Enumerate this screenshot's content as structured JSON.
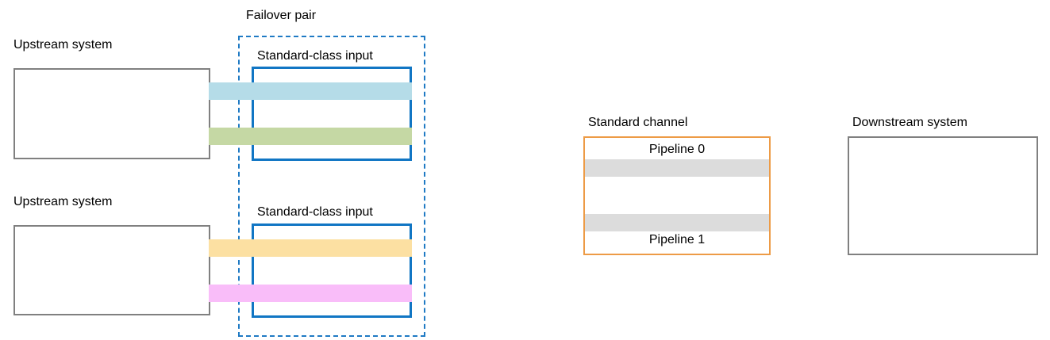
{
  "diagram": {
    "title_failover": "Failover pair",
    "upstream": [
      {
        "label": "Upstream system"
      },
      {
        "label": "Upstream system"
      }
    ],
    "inputs": [
      {
        "label": "Standard-class input"
      },
      {
        "label": "Standard-class input"
      }
    ],
    "channel": {
      "label": "Standard channel",
      "pipelines": [
        {
          "label": "Pipeline 0"
        },
        {
          "label": "Pipeline 1"
        }
      ]
    },
    "downstream": {
      "label": "Downstream system"
    },
    "flows": [
      {
        "name": "flow-blue",
        "color": "#B5DCE8"
      },
      {
        "name": "flow-green",
        "color": "#C5D8A4"
      },
      {
        "name": "flow-yellow",
        "color": "#FCE0A2"
      },
      {
        "name": "flow-pink",
        "color": "#F9BDF9"
      }
    ],
    "colors": {
      "system_border": "#808080",
      "input_border": "#1176C4",
      "failover_border": "#1F7AC4",
      "channel_border": "#ED9B46",
      "channel_band": "#DCDCDC",
      "background": "#FFFFFF"
    }
  }
}
